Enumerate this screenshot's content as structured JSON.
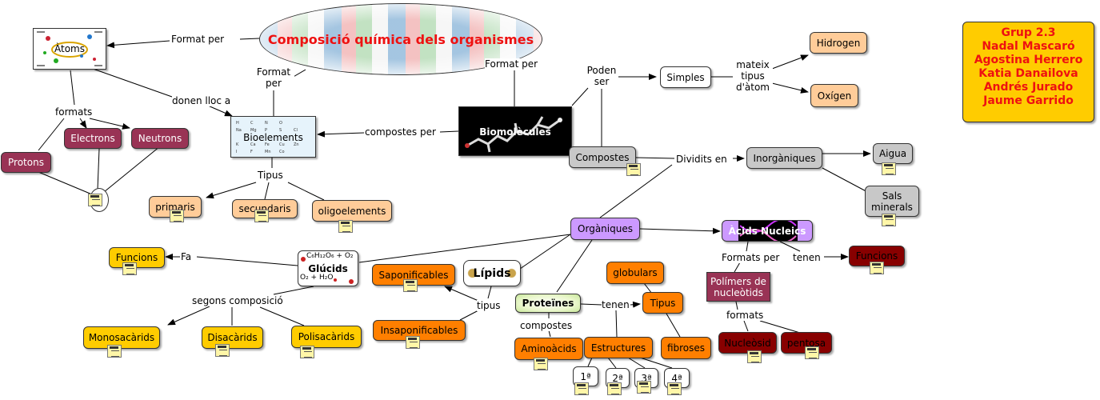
{
  "title": "Composició química dels organismes",
  "credits": [
    "Grup 2.3",
    "Nadal Mascaró",
    "Agostina Herrero",
    "Katia Danailova",
    "Andrés Jurado",
    "Jaume Garrido"
  ],
  "nodes": {
    "atoms": "Àtoms",
    "bioelements": "Bioelements",
    "biomolecules": "Biomolècules",
    "electrons": "Electrons",
    "neutrons": "Neutrons",
    "protons": "Protons",
    "primaris": "primaris",
    "secundaris": "secundaris",
    "oligoelements": "oligoelements",
    "simples": "Simples",
    "hidrogen": "Hidrogen",
    "oxigen": "Oxígen",
    "compostes": "Compostes",
    "inorganiques": "Inorgàniques",
    "aigua": "Aigua",
    "sals": "Sals minerals",
    "organiques": "Orgàniques",
    "acids": "Àcids Nucleics",
    "funcions_acids": "Funcions",
    "polimers": "Polímers de nucleòtids",
    "nucleosid": "Nucleòsid",
    "pentosa": "pentosa",
    "glucids": "Glúcids",
    "funcions": "Funcions",
    "monosacarids": "Monosacàrids",
    "disacarids": "Disacàrids",
    "polisacarids": "Polisacàrids",
    "lipids": "Lípids",
    "saponificables": "Saponificables",
    "insaponificables": "Insaponificables",
    "proteines": "Proteïnes",
    "aminoacids": "Aminoàcids",
    "estructures": "Estructures",
    "globulars": "globulars",
    "tipus_prot": "Tipus",
    "fibroses": "fibroses",
    "e1": "1ª",
    "e2": "2ª",
    "e3": "3ª",
    "e4": "4ª"
  },
  "links": {
    "format_per_1": "Format per",
    "format_per_2": "Format per",
    "format_per_3": "Format per",
    "donen_lloc_a": "donen lloc a",
    "formats_1": "formats",
    "compostes_per": "compostes per",
    "tipus_1": "Tipus",
    "poden_ser": "Poden ser",
    "mateix_tipus": "mateix tipus d'àtom",
    "dividits_en": "Dividits en",
    "fa": "Fa",
    "segons_composicio": "segons composició",
    "tipus_2": "tipus",
    "compostes_2": "compostes",
    "tenen_1": "tenen",
    "formats_per": "Formats per",
    "tenen_2": "tenen",
    "formats_2": "formats"
  },
  "images": {
    "glucids_formula_top": "C₆H₁₂O₆ + O₂",
    "glucids_formula_bottom": "O₂ + H₂O"
  },
  "colors": {
    "purple": "#993355",
    "peach": "#ffcc99",
    "gold": "#ffcc00",
    "orange": "#ff7f00",
    "dark_red": "#880000",
    "gray": "#c8c8c8",
    "lavender": "#cc99ff",
    "title_red": "#ee1111"
  },
  "icons": [
    "note-document-icon"
  ]
}
